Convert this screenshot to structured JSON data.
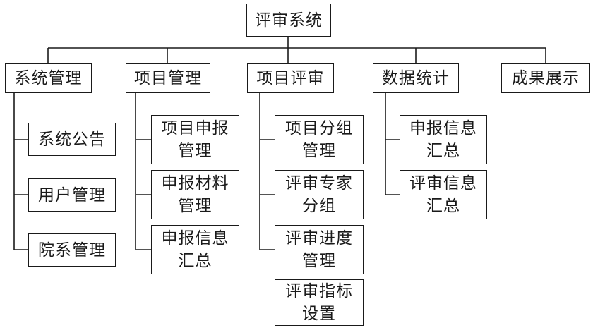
{
  "root": {
    "label": "评审系统"
  },
  "modules": [
    {
      "label": "系统管理",
      "children": [
        [
          "系统公告"
        ],
        [
          "用户管理"
        ],
        [
          "院系管理"
        ]
      ]
    },
    {
      "label": "项目管理",
      "children": [
        [
          "项目申报",
          "管理"
        ],
        [
          "申报材料",
          "管理"
        ],
        [
          "申报信息",
          "汇总"
        ]
      ]
    },
    {
      "label": "项目评审",
      "children": [
        [
          "项目分组",
          "管理"
        ],
        [
          "评审专家",
          "分组"
        ],
        [
          "评审进度",
          "管理"
        ],
        [
          "评审指标",
          "设置"
        ]
      ]
    },
    {
      "label": "数据统计",
      "children": [
        [
          "申报信息",
          "汇总"
        ],
        [
          "评审信息",
          "汇总"
        ]
      ]
    },
    {
      "label": "成果展示",
      "children": []
    }
  ]
}
